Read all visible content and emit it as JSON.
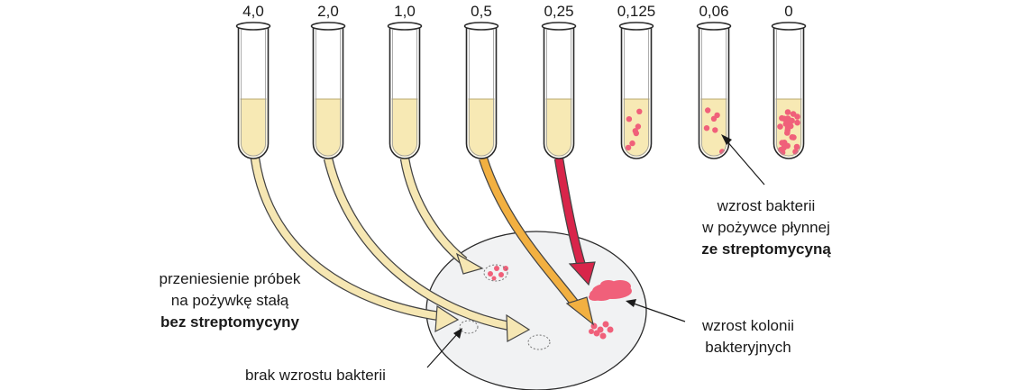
{
  "tubes": [
    {
      "concentration": "4,0",
      "state": "clear"
    },
    {
      "concentration": "2,0",
      "state": "clear"
    },
    {
      "concentration": "1,0",
      "state": "clear"
    },
    {
      "concentration": "0,5",
      "state": "clear"
    },
    {
      "concentration": "0,25",
      "state": "clear"
    },
    {
      "concentration": "0,125",
      "state": "few-colonies"
    },
    {
      "concentration": "0,06",
      "state": "some-colonies"
    },
    {
      "concentration": "0",
      "state": "many-colonies"
    }
  ],
  "annotations": {
    "liquid_growth": {
      "line1": "wzrost bakterii",
      "line2": "w pożywce płynnej",
      "line3": "ze streptomycyną"
    },
    "transfer": {
      "line1": "przeniesienie próbek",
      "line2": "na pożywkę stałą",
      "line3": "bez streptomycyny"
    },
    "colony_growth": {
      "line1": "wzrost kolonii",
      "line2": "bakteryjnych"
    },
    "no_growth": {
      "text": "brak wzrostu bakterii"
    }
  },
  "colors": {
    "medium": "#f7e9b4",
    "colony": "#f0607a",
    "arrow_pale": "#f6e7b3",
    "arrow_orange": "#f2b041",
    "arrow_red": "#d8254a",
    "dish": "#f1f2f3"
  }
}
